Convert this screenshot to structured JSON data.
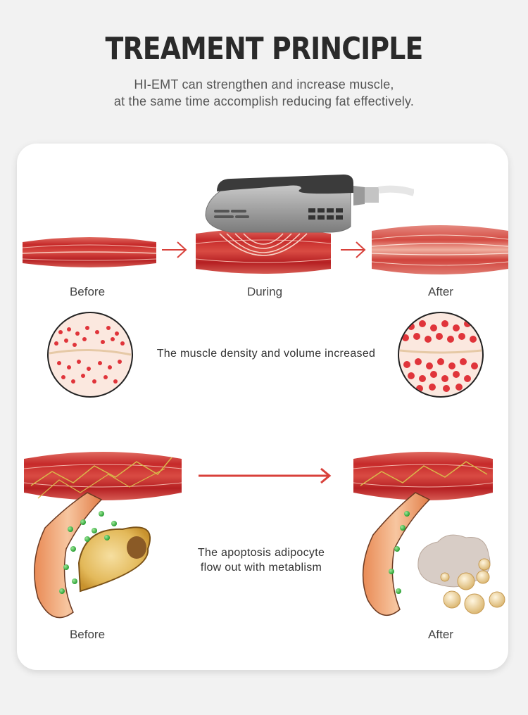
{
  "header": {
    "title": "TREAMENT PRINCIPLE",
    "subtitle_line1": "HI-EMT can strengthen and increase muscle,",
    "subtitle_line2": "at the same time accomplish reducing fat effectively."
  },
  "muscle_section": {
    "stages": [
      "Before",
      "During",
      "After"
    ],
    "caption": "The muscle density and volume increased"
  },
  "fat_section": {
    "stages": [
      "Before",
      "After"
    ],
    "caption_line1": "The apoptosis adipocyte",
    "caption_line2": "flow out with metablism"
  },
  "colors": {
    "muscle_red": "#c8282a",
    "arrow_red": "#d8403a",
    "background": "#f2f2f2",
    "card": "#ffffff"
  }
}
